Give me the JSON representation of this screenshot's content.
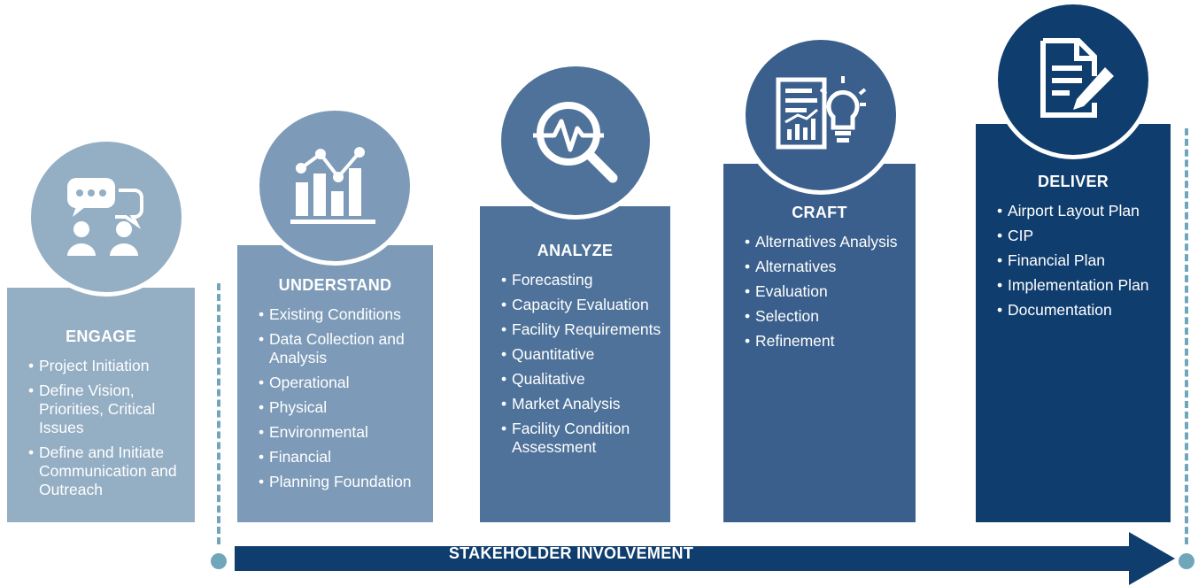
{
  "colors": {
    "engage": "#94aec4",
    "understand": "#7d9bb8",
    "analyze": "#4f729a",
    "craft": "#3a5f8c",
    "deliver": "#0f3d6e",
    "arrow": "#0f3d6e",
    "timeline": "#6fa6b9"
  },
  "phases": {
    "engage": {
      "icon": "people-chat-icon",
      "title": "ENGAGE",
      "items": [
        "Project Initiation",
        "Define Vision, Priorities, Critical Issues",
        "Define and Initiate Communication and Outreach"
      ]
    },
    "understand": {
      "icon": "bar-line-chart-icon",
      "title": "UNDERSTAND",
      "items": [
        "Existing Conditions",
        "Data Collection and Analysis",
        "Operational",
        "Physical",
        "Environmental",
        "Financial",
        "Planning Foundation"
      ]
    },
    "analyze": {
      "icon": "magnifier-pulse-icon",
      "title": "ANALYZE",
      "items": [
        "Forecasting",
        "Capacity Evaluation",
        "Facility Requirements",
        "Quantitative",
        "Qualitative",
        "Market Analysis",
        "Facility Condition Assessment"
      ]
    },
    "craft": {
      "icon": "report-lightbulb-icon",
      "title": "CRAFT",
      "items": [
        "Alternatives Analysis",
        "Alternatives",
        "Evaluation",
        "Selection",
        "Refinement"
      ]
    },
    "deliver": {
      "icon": "document-pen-icon",
      "title": "DELIVER",
      "items": [
        "Airport Layout Plan",
        "CIP",
        "Financial Plan",
        "Implementation Plan",
        "Documentation"
      ]
    }
  },
  "arrow": {
    "label": "STAKEHOLDER INVOLVEMENT"
  }
}
